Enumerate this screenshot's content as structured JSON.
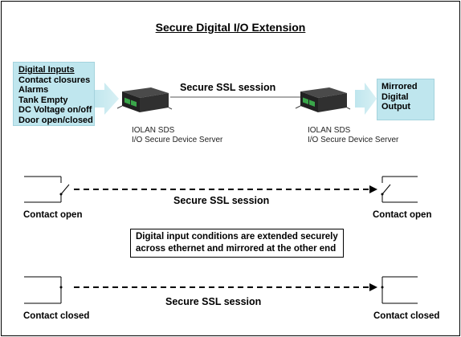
{
  "title": "Secure Digital I/O Extension",
  "inputs": {
    "heading": "Digital Inputs",
    "items": [
      "Contact closures",
      "Alarms",
      "Tank Empty",
      "DC Voltage on/off",
      "Door open/closed"
    ]
  },
  "outputs": {
    "lines": [
      "Mirrored",
      "Digital",
      "Output"
    ]
  },
  "devices": {
    "left": {
      "name": "IOLAN SDS",
      "desc": "I/O Secure Device Server"
    },
    "right": {
      "name": "IOLAN SDS",
      "desc": "I/O Secure Device Server"
    }
  },
  "top_link_label": "Secure SSL session",
  "rows": [
    {
      "left_label": "Contact open",
      "right_label": "Contact open",
      "session_label": "Secure SSL session",
      "switch_state": "open"
    },
    {
      "left_label": "Contact closed",
      "right_label": "Contact closed",
      "session_label": "Secure SSL session",
      "switch_state": "closed"
    }
  ],
  "note": {
    "line1": "Digital input conditions are extended securely",
    "line2": "across ethernet and mirrored at the other end"
  },
  "colors": {
    "cyan_box": "#bfe6ee",
    "device_body": "#2b2b2b",
    "terminal_green": "#3aa64a"
  }
}
